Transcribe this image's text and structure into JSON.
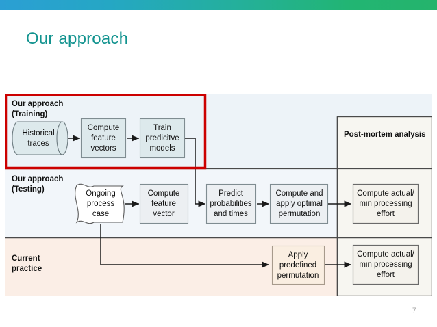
{
  "slide": {
    "title": "Our approach",
    "page_number": "7",
    "accent_color": "#12938f",
    "top_bar_from": "#2b9fd4",
    "top_bar_to": "#25b46c"
  },
  "diagram": {
    "highlight_color": "#cc0000",
    "lanes": [
      {
        "id": "training",
        "label_line1": "Our approach",
        "label_line2": "(Training)",
        "background": "#edf3f8",
        "highlighted": true
      },
      {
        "id": "testing",
        "label_line1": "Our approach",
        "label_line2": "(Testing)",
        "background": "#f2f6fa",
        "highlighted": false
      },
      {
        "id": "current",
        "label_line1": "Current",
        "label_line2": "practice",
        "background": "#fbeee6",
        "highlighted": false
      }
    ],
    "columns": [
      {
        "id": "post-mortem",
        "label": "Post-mortem analysis",
        "background": "#f7f6f1"
      }
    ],
    "nodes": [
      {
        "id": "historical-traces",
        "lane": "training",
        "shape": "cylinder",
        "fill": "#dde9ec",
        "lines": [
          "Historical",
          "traces"
        ]
      },
      {
        "id": "compute-feature-vectors",
        "lane": "training",
        "shape": "rect",
        "fill": "#dde9ec",
        "lines": [
          "Compute",
          "feature",
          "vectors"
        ]
      },
      {
        "id": "train-predictive-models",
        "lane": "training",
        "shape": "rect",
        "fill": "#dde9ec",
        "lines": [
          "Train",
          "predicitve",
          "models"
        ]
      },
      {
        "id": "ongoing-process-case",
        "lane": "testing",
        "shape": "document",
        "fill": "#ffffff",
        "lines": [
          "Ongoing",
          "process",
          "case"
        ]
      },
      {
        "id": "compute-feature-vector",
        "lane": "testing",
        "shape": "rect",
        "fill": "#eceff2",
        "lines": [
          "Compute",
          "feature",
          "vector"
        ]
      },
      {
        "id": "predict-probabilities-and-times",
        "lane": "testing",
        "shape": "rect",
        "fill": "#eceff2",
        "lines": [
          "Predict",
          "probabilities",
          "and times"
        ]
      },
      {
        "id": "compute-and-apply-optimal-permutation",
        "lane": "testing",
        "shape": "rect",
        "fill": "#eceff2",
        "lines": [
          "Compute and",
          "apply optimal",
          "permutation"
        ]
      },
      {
        "id": "compute-effort-testing",
        "lane": "testing",
        "column": "post-mortem",
        "shape": "rect",
        "fill": "#f4f2ec",
        "lines": [
          "Compute actual/",
          "min processing",
          "effort"
        ]
      },
      {
        "id": "apply-predefined-permutation",
        "lane": "current",
        "shape": "rect",
        "fill": "#faeee1",
        "lines": [
          "Apply",
          "predefined",
          "permutation"
        ]
      },
      {
        "id": "compute-effort-current",
        "lane": "current",
        "column": "post-mortem",
        "shape": "rect",
        "fill": "#f4f2ec",
        "lines": [
          "Compute actual/",
          "min processing",
          "effort"
        ]
      }
    ]
  }
}
